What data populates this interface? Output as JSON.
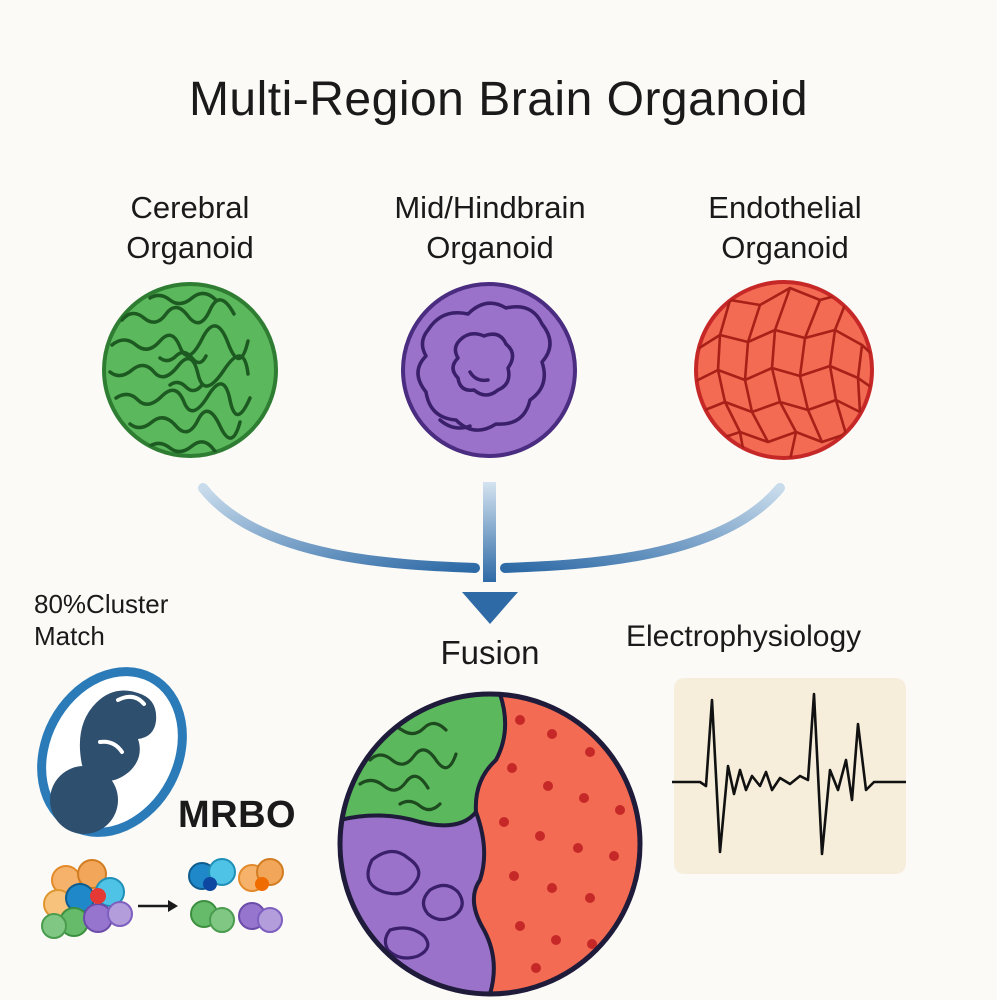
{
  "title": "Multi-Region Brain Organoid",
  "organoids": [
    {
      "line1": "Cerebral",
      "line2": "Organoid",
      "color": "#5cb85c"
    },
    {
      "line1": "Mid/Hindbrain",
      "line2": "Organoid",
      "color": "#9b72c9"
    },
    {
      "line1": "Endothelial",
      "line2": "Organoid",
      "color": "#f26b52"
    }
  ],
  "fusion_label": "Fusion",
  "cluster_label_line1": "80%Cluster",
  "cluster_label_line2": "Match",
  "mrbo_label": "MRBO",
  "ephys_label": "Electrophysiology",
  "colors": {
    "arrow": "#2e6aa6",
    "outline": "#1f1b3a",
    "fetus": "#2f4f6f",
    "ephys_bg": "#f6eedb"
  },
  "icons": [
    "fetus-icon",
    "cell-cluster-icon",
    "arrow-icon",
    "ecg-trace-icon"
  ]
}
